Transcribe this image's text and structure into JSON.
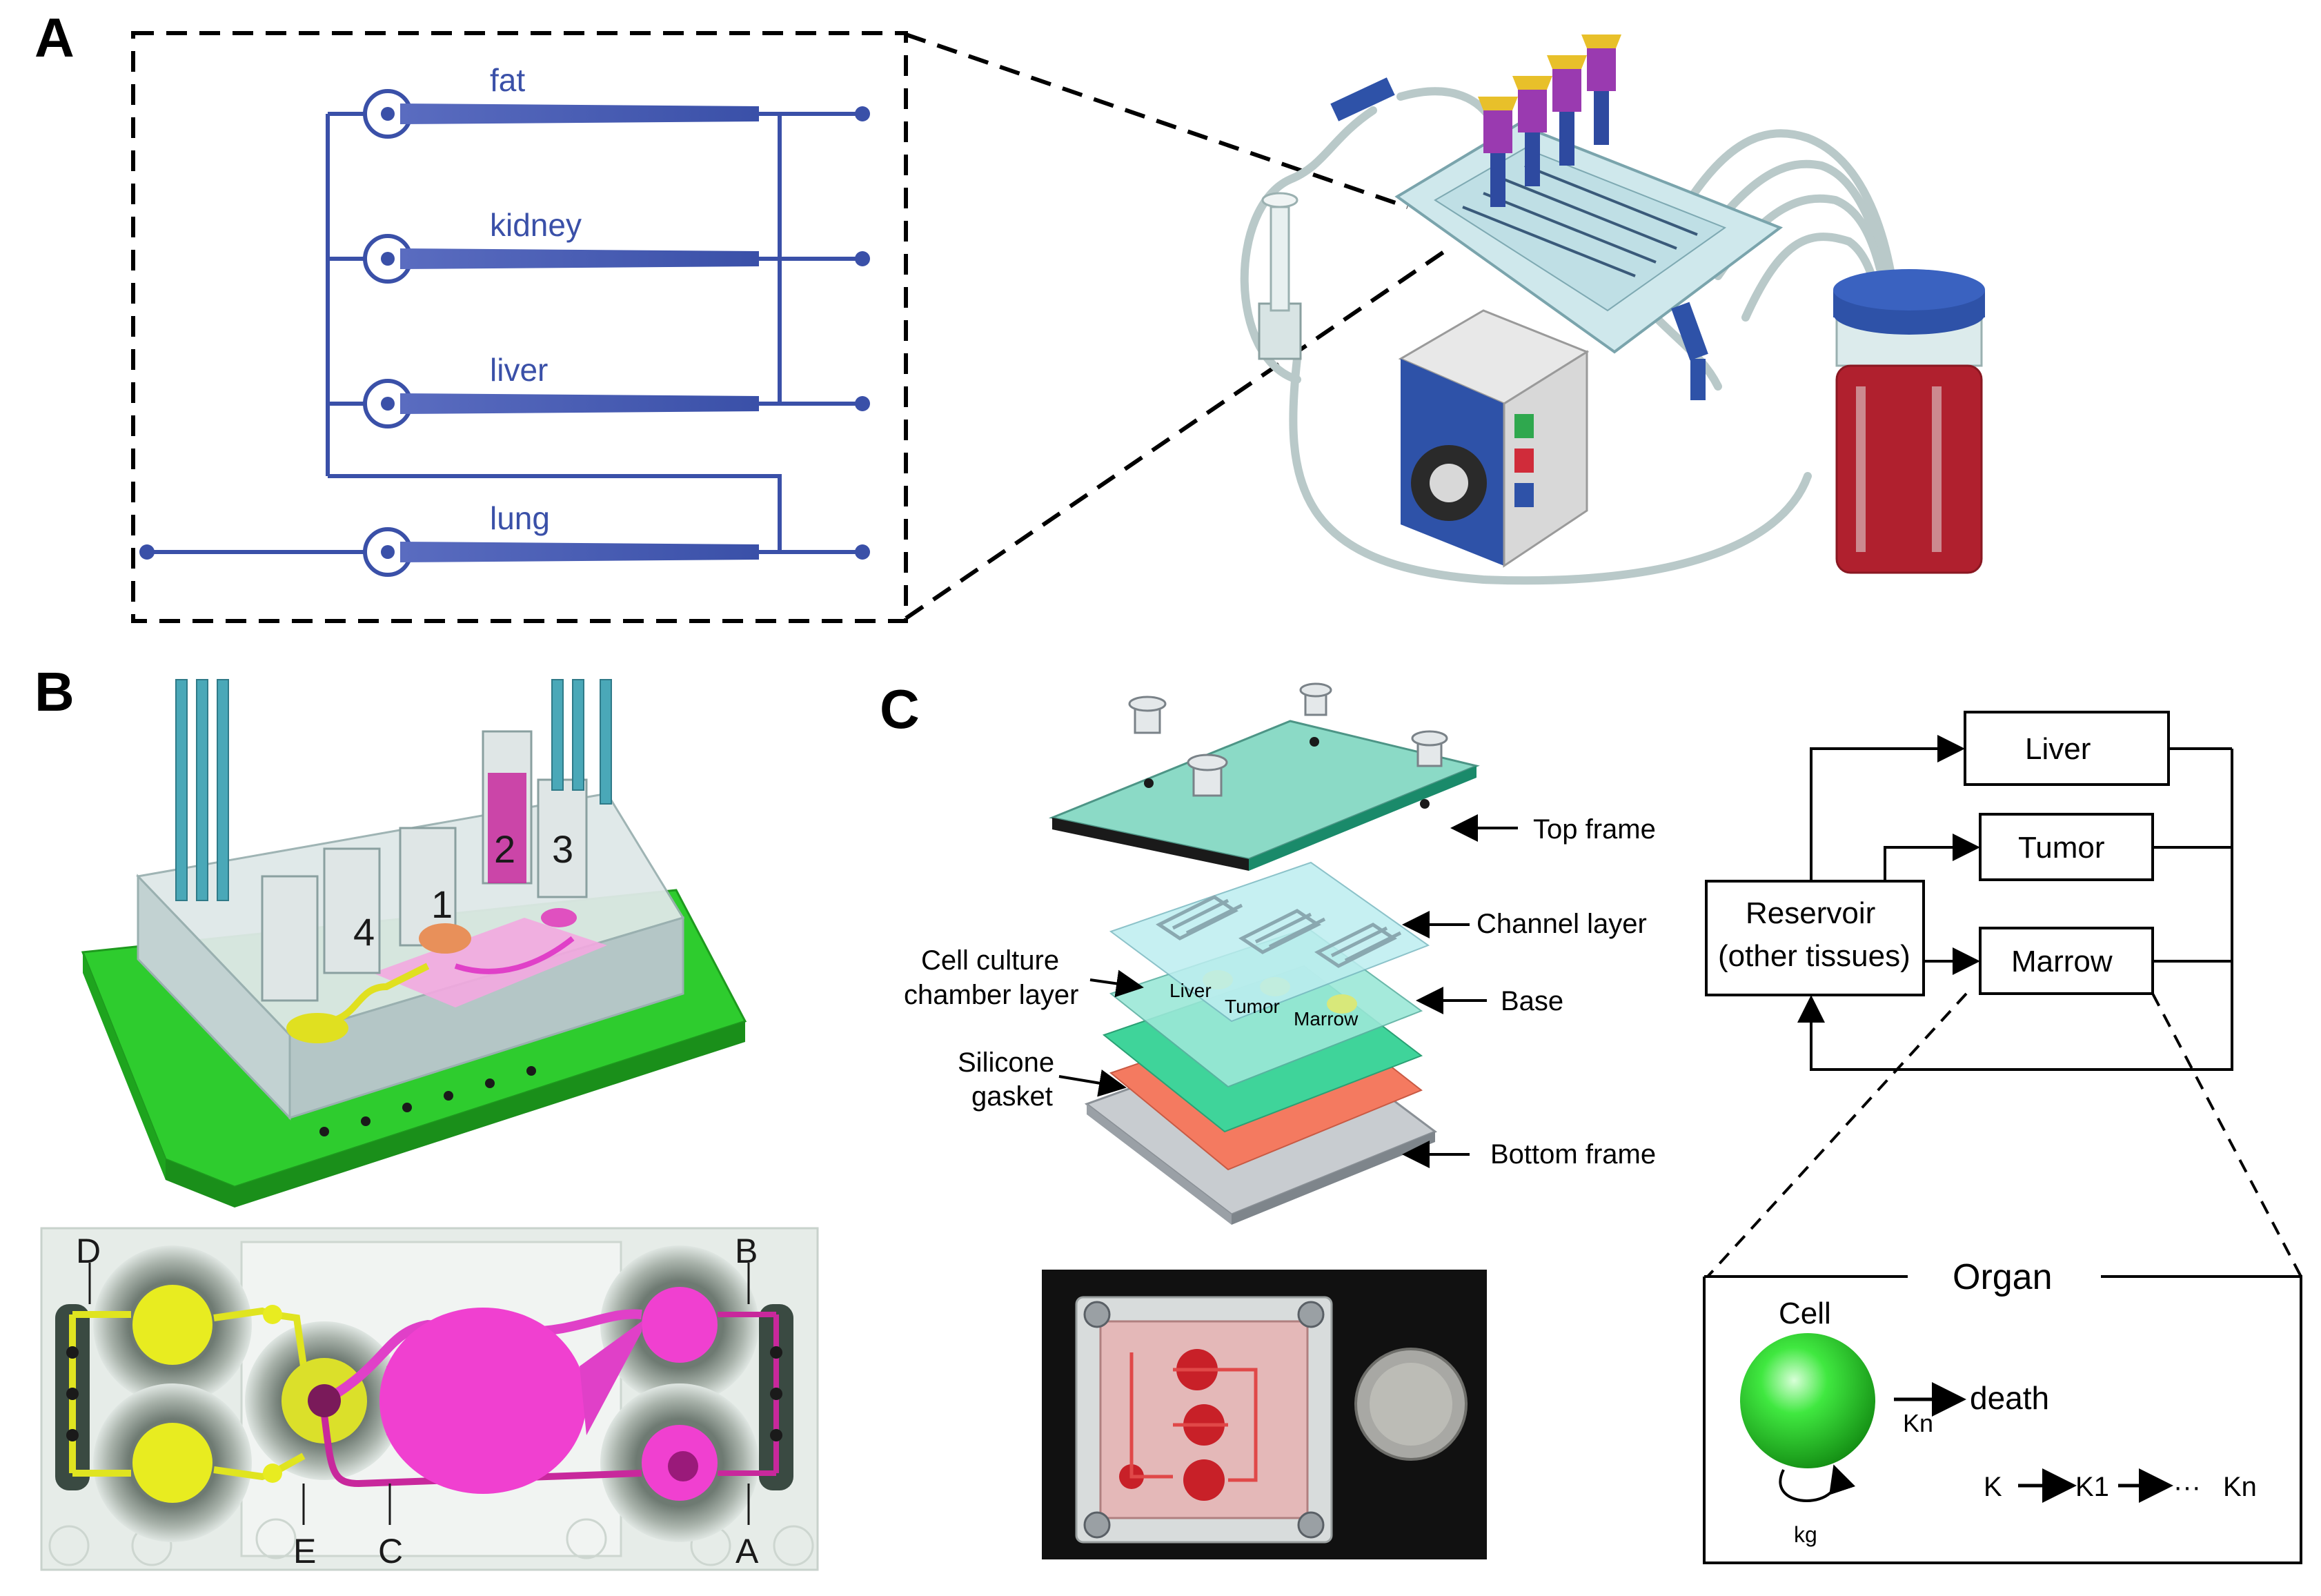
{
  "panels": {
    "a": {
      "letter": "A",
      "organs": [
        "fat",
        "kidney",
        "liver",
        "lung"
      ]
    },
    "b": {
      "letter": "B",
      "chamber_numbers": [
        "1",
        "2",
        "3",
        "4"
      ],
      "ports": [
        "D",
        "B",
        "E",
        "C",
        "A"
      ]
    },
    "c": {
      "letter": "C",
      "layers": {
        "top_frame": "Top frame",
        "channel_layer": "Channel layer",
        "cell_culture_1": "Cell culture",
        "cell_culture_2": "chamber layer",
        "base": "Base",
        "silicone_1": "Silicone",
        "silicone_2": "gasket",
        "bottom_frame": "Bottom frame"
      },
      "chambers": [
        "Liver",
        "Tumor",
        "Marrow"
      ],
      "flow": {
        "reservoir_1": "Reservoir",
        "reservoir_2": "(other tissues)",
        "liver": "Liver",
        "tumor": "Tumor",
        "marrow": "Marrow"
      },
      "organ_box": {
        "title": "Organ",
        "cell": "Cell",
        "death": "death",
        "kn": "Kn",
        "kg": "kg",
        "k": "K",
        "k1": "K1",
        "dots": "···",
        "kn2": "Kn"
      }
    }
  },
  "colors": {
    "channel_blue": "#3a50a8",
    "magenta": "#e040c8",
    "yellow": "#e8ec20",
    "green_tray": "#2ecc2e",
    "teal_tube": "#4aa8b8",
    "reservoir_red": "#b0202e",
    "cap_blue": "#2e52a8",
    "coral": "#f47a60",
    "cell_green": "#30e030"
  }
}
